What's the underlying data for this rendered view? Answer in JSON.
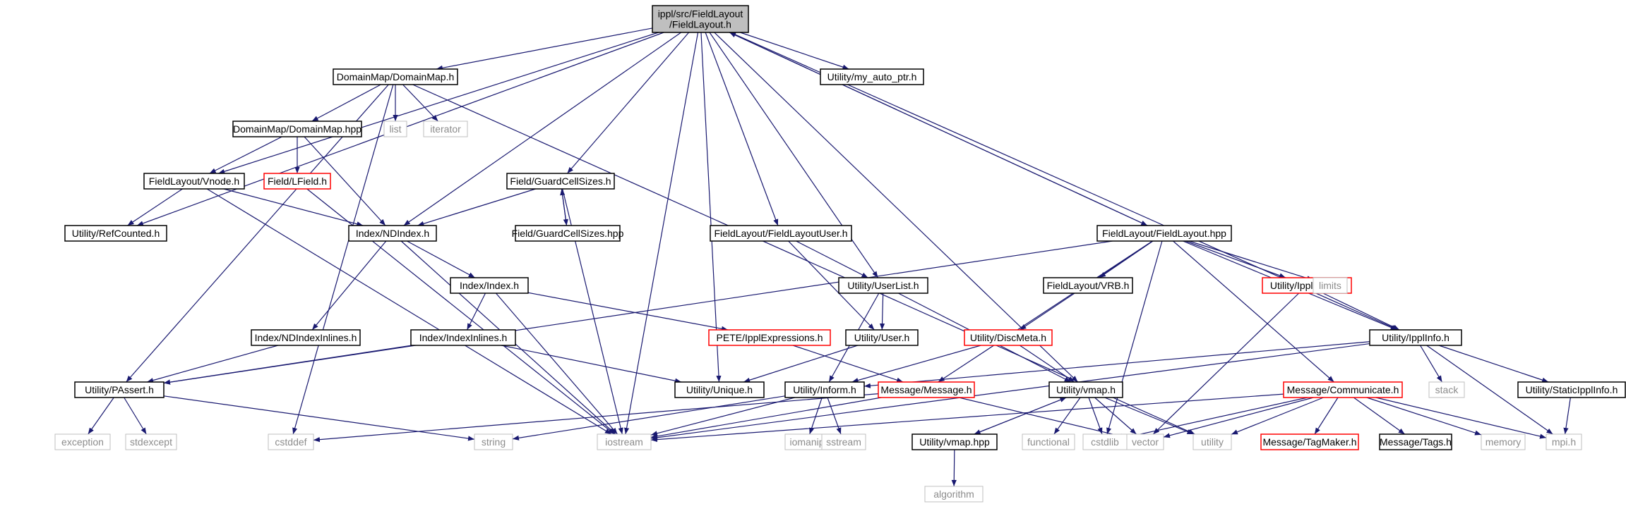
{
  "diagram": {
    "colors": {
      "edge": "#191970",
      "border_normal": "#000000",
      "border_truncated": "#ff0000",
      "border_system": "#bfbfbf",
      "root_fill": "#bfbfbf",
      "text_normal": "#000000",
      "text_system": "#8c8c8c"
    },
    "nodes": [
      {
        "id": "root",
        "lines": [
          "ippl/src/FieldLayout",
          "/FieldLayout.h"
        ],
        "style": "root"
      },
      {
        "id": "domainmap_h",
        "lines": [
          "DomainMap/DomainMap.h"
        ],
        "style": "normal"
      },
      {
        "id": "my_auto_ptr",
        "lines": [
          "Utility/my_auto_ptr.h"
        ],
        "style": "normal"
      },
      {
        "id": "list",
        "lines": [
          "list"
        ],
        "style": "system"
      },
      {
        "id": "iterator",
        "lines": [
          "iterator"
        ],
        "style": "system"
      },
      {
        "id": "domainmap_hpp",
        "lines": [
          "DomainMap/DomainMap.hpp"
        ],
        "style": "normal"
      },
      {
        "id": "vnode",
        "lines": [
          "FieldLayout/Vnode.h"
        ],
        "style": "normal"
      },
      {
        "id": "lfield",
        "lines": [
          "Field/LField.h"
        ],
        "style": "truncated"
      },
      {
        "id": "guardcell_h",
        "lines": [
          "Field/GuardCellSizes.h"
        ],
        "style": "normal"
      },
      {
        "id": "guardcell_hpp",
        "lines": [
          "Field/GuardCellSizes.hpp"
        ],
        "style": "normal"
      },
      {
        "id": "refcounted",
        "lines": [
          "Utility/RefCounted.h"
        ],
        "style": "normal"
      },
      {
        "id": "ndindex",
        "lines": [
          "Index/NDIndex.h"
        ],
        "style": "normal"
      },
      {
        "id": "fieldlayoutuser",
        "lines": [
          "FieldLayout/FieldLayoutUser.h"
        ],
        "style": "normal"
      },
      {
        "id": "fieldlayout_hpp",
        "lines": [
          "FieldLayout/FieldLayout.hpp"
        ],
        "style": "normal"
      },
      {
        "id": "index_h",
        "lines": [
          "Index/Index.h"
        ],
        "style": "normal"
      },
      {
        "id": "userlist",
        "lines": [
          "Utility/UserList.h"
        ],
        "style": "normal"
      },
      {
        "id": "vrb",
        "lines": [
          "FieldLayout/VRB.h"
        ],
        "style": "normal"
      },
      {
        "id": "ipplstats",
        "lines": [
          "Utility/IpplStats.h"
        ],
        "style": "truncated"
      },
      {
        "id": "limits",
        "lines": [
          "limits"
        ],
        "style": "system"
      },
      {
        "id": "ndindexinlines",
        "lines": [
          "Index/NDIndexInlines.h"
        ],
        "style": "normal"
      },
      {
        "id": "indexinlines",
        "lines": [
          "Index/IndexInlines.h"
        ],
        "style": "normal"
      },
      {
        "id": "petexpr",
        "lines": [
          "PETE/IpplExpressions.h"
        ],
        "style": "truncated"
      },
      {
        "id": "user_h",
        "lines": [
          "Utility/User.h"
        ],
        "style": "normal"
      },
      {
        "id": "discmeta",
        "lines": [
          "Utility/DiscMeta.h"
        ],
        "style": "truncated"
      },
      {
        "id": "ipplinfo",
        "lines": [
          "Utility/IpplInfo.h"
        ],
        "style": "normal"
      },
      {
        "id": "passert",
        "lines": [
          "Utility/PAssert.h"
        ],
        "style": "normal"
      },
      {
        "id": "unique",
        "lines": [
          "Utility/Unique.h"
        ],
        "style": "normal"
      },
      {
        "id": "inform",
        "lines": [
          "Utility/Inform.h"
        ],
        "style": "normal"
      },
      {
        "id": "message",
        "lines": [
          "Message/Message.h"
        ],
        "style": "truncated"
      },
      {
        "id": "vmap_h",
        "lines": [
          "Utility/vmap.h"
        ],
        "style": "normal"
      },
      {
        "id": "communicate",
        "lines": [
          "Message/Communicate.h"
        ],
        "style": "truncated"
      },
      {
        "id": "stack",
        "lines": [
          "stack"
        ],
        "style": "system"
      },
      {
        "id": "staticipplinfo",
        "lines": [
          "Utility/StaticIpplInfo.h"
        ],
        "style": "normal"
      },
      {
        "id": "exception",
        "lines": [
          "exception"
        ],
        "style": "system"
      },
      {
        "id": "stdexcept",
        "lines": [
          "stdexcept"
        ],
        "style": "system"
      },
      {
        "id": "cstddef",
        "lines": [
          "cstddef"
        ],
        "style": "system"
      },
      {
        "id": "string",
        "lines": [
          "string"
        ],
        "style": "system"
      },
      {
        "id": "iostream",
        "lines": [
          "iostream"
        ],
        "style": "system"
      },
      {
        "id": "iomanip",
        "lines": [
          "iomanip"
        ],
        "style": "system"
      },
      {
        "id": "sstream",
        "lines": [
          "sstream"
        ],
        "style": "system"
      },
      {
        "id": "vmap_hpp",
        "lines": [
          "Utility/vmap.hpp"
        ],
        "style": "normal"
      },
      {
        "id": "functional",
        "lines": [
          "functional"
        ],
        "style": "system"
      },
      {
        "id": "cstdlib",
        "lines": [
          "cstdlib"
        ],
        "style": "system"
      },
      {
        "id": "vector",
        "lines": [
          "vector"
        ],
        "style": "system"
      },
      {
        "id": "utility",
        "lines": [
          "utility"
        ],
        "style": "system"
      },
      {
        "id": "tagmaker",
        "lines": [
          "Message/TagMaker.h"
        ],
        "style": "truncated"
      },
      {
        "id": "tags",
        "lines": [
          "Message/Tags.h"
        ],
        "style": "normal"
      },
      {
        "id": "memory",
        "lines": [
          "memory"
        ],
        "style": "system"
      },
      {
        "id": "mpi",
        "lines": [
          "mpi.h"
        ],
        "style": "system"
      },
      {
        "id": "algorithm",
        "lines": [
          "algorithm"
        ],
        "style": "system"
      }
    ],
    "edges": [
      [
        "root",
        "domainmap_h"
      ],
      [
        "root",
        "my_auto_ptr"
      ],
      [
        "root",
        "vnode"
      ],
      [
        "root",
        "refcounted"
      ],
      [
        "root",
        "ndindex"
      ],
      [
        "root",
        "guardcell_h"
      ],
      [
        "root",
        "fieldlayoutuser"
      ],
      [
        "root",
        "userlist"
      ],
      [
        "root",
        "fieldlayout_hpp"
      ],
      [
        "root",
        "iostream"
      ],
      [
        "root",
        "unique"
      ],
      [
        "root",
        "vmap_h"
      ],
      [
        "root",
        "ipplinfo"
      ],
      [
        "domainmap_h",
        "list"
      ],
      [
        "domainmap_h",
        "iterator"
      ],
      [
        "domainmap_h",
        "domainmap_hpp"
      ],
      [
        "domainmap_h",
        "passert"
      ],
      [
        "domainmap_h",
        "cstddef"
      ],
      [
        "domainmap_h",
        "utility"
      ],
      [
        "domainmap_hpp",
        "vnode"
      ],
      [
        "domainmap_hpp",
        "lfield"
      ],
      [
        "domainmap_hpp",
        "ndindex"
      ],
      [
        "vnode",
        "refcounted"
      ],
      [
        "vnode",
        "ndindex"
      ],
      [
        "vnode",
        "iostream"
      ],
      [
        "lfield",
        "iostream"
      ],
      [
        "guardcell_h",
        "guardcell_hpp"
      ],
      [
        "guardcell_hpp",
        "guardcell_h"
      ],
      [
        "guardcell_h",
        "ndindex"
      ],
      [
        "guardcell_h",
        "iostream"
      ],
      [
        "ndindex",
        "index_h"
      ],
      [
        "ndindex",
        "ndindexinlines"
      ],
      [
        "ndindex",
        "iostream"
      ],
      [
        "fieldlayoutuser",
        "userlist"
      ],
      [
        "fieldlayoutuser",
        "user_h"
      ],
      [
        "fieldlayout_hpp",
        "root"
      ],
      [
        "fieldlayout_hpp",
        "vrb"
      ],
      [
        "fieldlayout_hpp",
        "ipplstats"
      ],
      [
        "fieldlayout_hpp",
        "limits"
      ],
      [
        "fieldlayout_hpp",
        "discmeta"
      ],
      [
        "fieldlayout_hpp",
        "ipplinfo"
      ],
      [
        "fieldlayout_hpp",
        "message"
      ],
      [
        "fieldlayout_hpp",
        "communicate"
      ],
      [
        "fieldlayout_hpp",
        "cstdlib"
      ],
      [
        "fieldlayout_hpp",
        "passert"
      ],
      [
        "index_h",
        "indexinlines"
      ],
      [
        "index_h",
        "petexpr"
      ],
      [
        "index_h",
        "iostream"
      ],
      [
        "userlist",
        "user_h"
      ],
      [
        "userlist",
        "vmap_h"
      ],
      [
        "userlist",
        "inform"
      ],
      [
        "ipplstats",
        "ipplinfo"
      ],
      [
        "ipplstats",
        "vector"
      ],
      [
        "ndindexinlines",
        "passert"
      ],
      [
        "indexinlines",
        "passert"
      ],
      [
        "indexinlines",
        "unique"
      ],
      [
        "petexpr",
        "message"
      ],
      [
        "user_h",
        "unique"
      ],
      [
        "discmeta",
        "vmap_h"
      ],
      [
        "discmeta",
        "inform"
      ],
      [
        "ipplinfo",
        "inform"
      ],
      [
        "ipplinfo",
        "iostream"
      ],
      [
        "ipplinfo",
        "stack"
      ],
      [
        "ipplinfo",
        "staticipplinfo"
      ],
      [
        "ipplinfo",
        "mpi"
      ],
      [
        "passert",
        "exception"
      ],
      [
        "passert",
        "stdexcept"
      ],
      [
        "passert",
        "string"
      ],
      [
        "inform",
        "iostream"
      ],
      [
        "inform",
        "iomanip"
      ],
      [
        "inform",
        "sstream"
      ],
      [
        "inform",
        "string"
      ],
      [
        "message",
        "iostream"
      ],
      [
        "message",
        "vector"
      ],
      [
        "message",
        "cstddef"
      ],
      [
        "vmap_h",
        "vmap_hpp"
      ],
      [
        "vmap_hpp",
        "vmap_h"
      ],
      [
        "vmap_h",
        "functional"
      ],
      [
        "vmap_h",
        "cstdlib"
      ],
      [
        "vmap_h",
        "vector"
      ],
      [
        "vmap_h",
        "utility"
      ],
      [
        "communicate",
        "tagmaker"
      ],
      [
        "communicate",
        "tags"
      ],
      [
        "communicate",
        "memory"
      ],
      [
        "communicate",
        "mpi"
      ],
      [
        "communicate",
        "iostream"
      ],
      [
        "communicate",
        "vector"
      ],
      [
        "communicate",
        "cstdlib"
      ],
      [
        "communicate",
        "utility"
      ],
      [
        "staticipplinfo",
        "mpi"
      ],
      [
        "vmap_hpp",
        "algorithm"
      ]
    ]
  }
}
